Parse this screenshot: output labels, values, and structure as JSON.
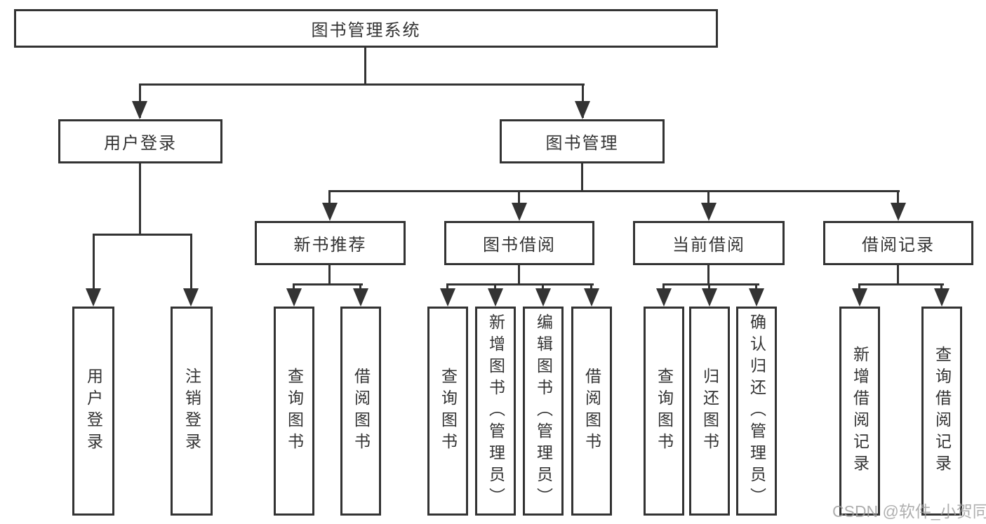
{
  "colors": {
    "line": "#333333",
    "background": "#ffffff",
    "watermark": "#9e9e9e"
  },
  "diagram": {
    "root": {
      "label": "图书管理系统"
    },
    "level2": [
      {
        "label": "用户登录"
      },
      {
        "label": "图书管理"
      }
    ],
    "level3": [
      {
        "label": "新书推荐"
      },
      {
        "label": "图书借阅"
      },
      {
        "label": "当前借阅"
      },
      {
        "label": "借阅记录"
      }
    ],
    "leaves": [
      {
        "label": "用户登录"
      },
      {
        "label": "注销登录"
      },
      {
        "label": "查询图书"
      },
      {
        "label": "借阅图书"
      },
      {
        "label": "查询图书"
      },
      {
        "label": "新增图书（管理员）"
      },
      {
        "label": "编辑图书（管理员）"
      },
      {
        "label": "借阅图书"
      },
      {
        "label": "查询图书"
      },
      {
        "label": "归还图书"
      },
      {
        "label": "确认归还（管理员）"
      },
      {
        "label": "新增借阅记录"
      },
      {
        "label": "查询借阅记录"
      }
    ]
  },
  "watermark": {
    "text": "CSDN @软件_小贺同学"
  }
}
